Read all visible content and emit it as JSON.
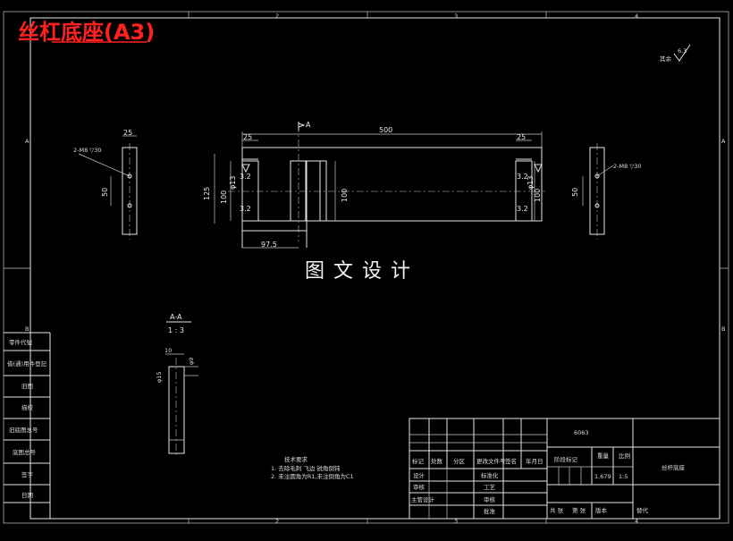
{
  "title": {
    "part_name": "丝杠底座",
    "sheet_size": "(A3)",
    "color": "#ff2020"
  },
  "watermark": "图文设计",
  "border": {
    "top_zones": [
      "2",
      "3",
      "4"
    ],
    "bottom_zones": [
      "2",
      "3",
      "4"
    ],
    "side_zones": [
      "A",
      "B"
    ]
  },
  "roughness": {
    "prefix": "其余",
    "value": "6.3"
  },
  "main_view": {
    "overall_length": "500",
    "end_block_width": "25",
    "overall_height": "125",
    "hole_spacing": "100",
    "support_height": "100",
    "center_dimension": "φ13",
    "offset_to_section": "97.5",
    "surface_finish": "3.2",
    "section_marker": "A"
  },
  "left_view": {
    "width": "25",
    "hole_label": "2-M8 ▽30",
    "spacing": "50"
  },
  "right_view": {
    "hole_label": "2-M8 ▽30",
    "spacing": "50"
  },
  "section_view": {
    "label": "A-A",
    "scale": "1 : 3",
    "dim_width": "10",
    "dim_diameter": "φ9",
    "dim_bore": "φ15"
  },
  "tech_requirements": {
    "heading": "技术要求",
    "items": [
      "1. 去除毛刺 飞边 锐角倒钝",
      "2. 未注圆角为R1,未注倒角为C1"
    ]
  },
  "left_strip": [
    "零件代號",
    "借(通)用件登記",
    "旧图",
    "描校",
    "旧底图总号",
    "底图总号",
    "签字",
    "日期"
  ],
  "title_block": {
    "material": "6063",
    "part_name": "丝杆底座",
    "header_cells": [
      "标记",
      "处数",
      "分区",
      "更改文件号",
      "签名",
      "年月日"
    ],
    "role_rows": [
      "设计",
      "审核",
      "主管设计"
    ],
    "check_rows": [
      "标准化",
      "工艺",
      "审核",
      "批准"
    ],
    "stage_label": "阶段标记",
    "weight_label": "重量",
    "scale_label": "比例",
    "weight_value": "1.679",
    "scale_value": "1:5",
    "sheets_total": "共 张",
    "sheet_no": "第 张",
    "version": "版本",
    "replaces": "替代"
  }
}
